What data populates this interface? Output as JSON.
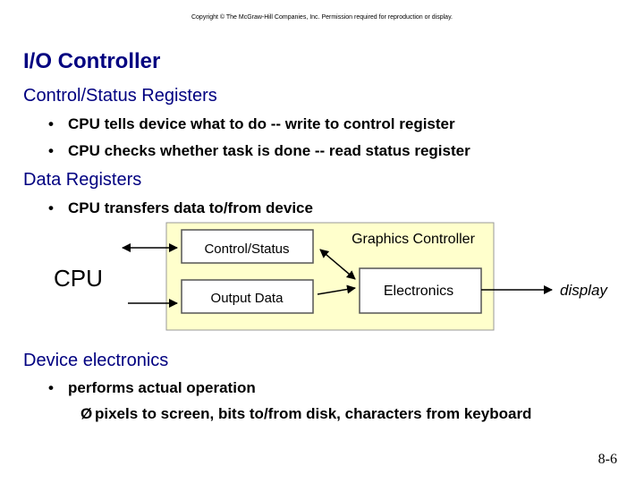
{
  "copyright": "Copyright © The McGraw-Hill Companies, Inc. Permission required for reproduction or display.",
  "title": "I/O Controller",
  "section1": {
    "heading": "Control/Status Registers",
    "bullets": [
      "CPU tells device what to do -- write to control register",
      "CPU checks whether task is done -- read status register"
    ]
  },
  "section2": {
    "heading": "Data Registers",
    "bullets": [
      "CPU transfers data to/from device"
    ]
  },
  "diagram": {
    "cpu_label": "CPU",
    "control_status": "Control/Status",
    "output_data": "Output Data",
    "controller_title": "Graphics Controller",
    "electronics": "Electronics",
    "display": "display",
    "panel_color": "#ffffcc"
  },
  "section3": {
    "heading": "Device electronics",
    "bullets": [
      "performs actual operation"
    ],
    "sub_bullets": [
      "pixels to screen, bits to/from disk, characters from keyboard"
    ]
  },
  "page_number": "8-6"
}
